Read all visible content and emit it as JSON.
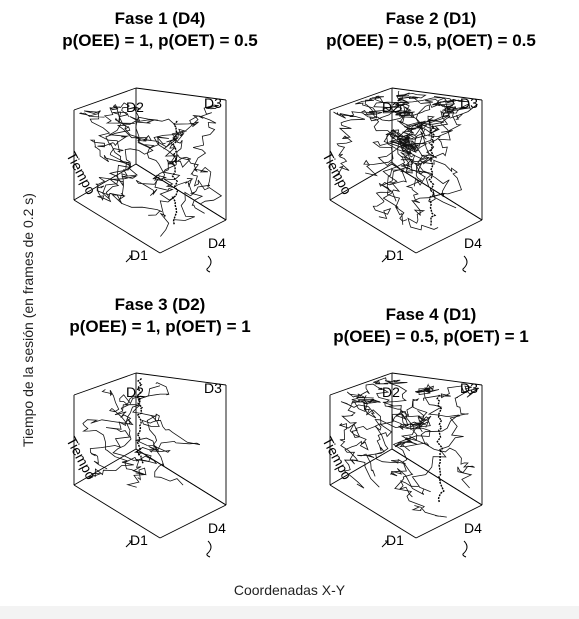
{
  "chart_data": {
    "type": "3d-trajectory",
    "ylabel": "Tiempo de la sesión (en frames de 0.2 s)",
    "xlabel": "Coordenadas X-Y",
    "panels": [
      {
        "title_line1": "Fase 1 (D4)",
        "title_line2": "p(OEE) = 1, p(OET) = 0.5",
        "axis_label": "Tiempo",
        "corner_labels": [
          "D1",
          "D2",
          "D3",
          "D4"
        ]
      },
      {
        "title_line1": "Fase 2 (D1)",
        "title_line2": "p(OEE) = 0.5, p(OET) = 0.5",
        "axis_label": "Tiempo",
        "corner_labels": [
          "D1",
          "D2",
          "D3",
          "D4"
        ]
      },
      {
        "title_line1": "Fase 3 (D2)",
        "title_line2": "p(OEE) = 1, p(OET) = 1",
        "axis_label": "Tiempo",
        "corner_labels": [
          "D1",
          "D2",
          "D3",
          "D4"
        ]
      },
      {
        "title_line1": "Fase 4 (D1)",
        "title_line2": "p(OEE) = 0.5, p(OET) = 1",
        "axis_label": "Tiempo",
        "corner_labels": [
          "D1",
          "D2",
          "D3",
          "D4"
        ]
      }
    ]
  }
}
